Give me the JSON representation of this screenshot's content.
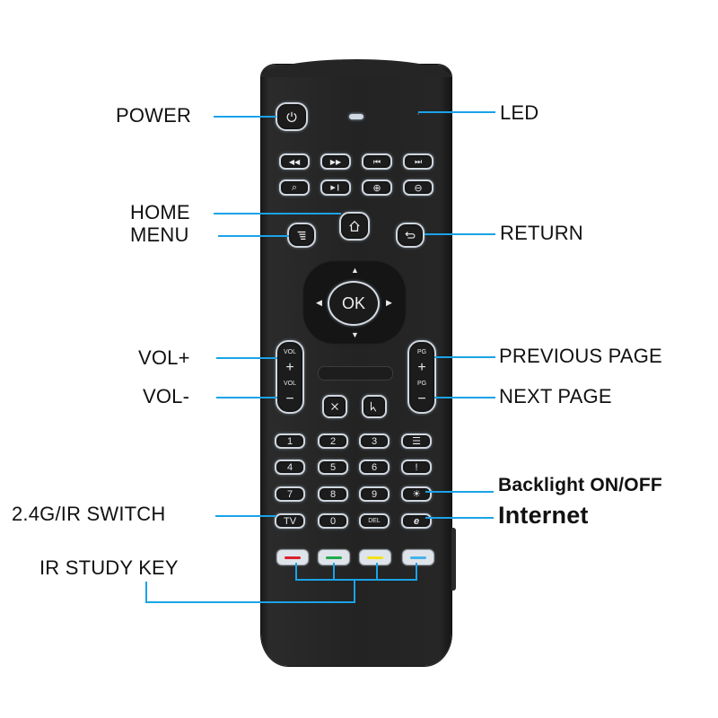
{
  "labels": {
    "power": "POWER",
    "led": "LED",
    "home": "HOME",
    "menu": "MENU",
    "return": "RETURN",
    "vol_up": "VOL+",
    "vol_down": "VOL-",
    "previous_page": "PREVIOUS PAGE",
    "next_page": "NEXT PAGE",
    "backlight": "Backlight ON/OFF",
    "internet": "Internet",
    "switch": "2.4G/IR SWITCH",
    "ir_study": "IR STUDY KEY"
  },
  "remote": {
    "ok_label": "OK",
    "vol_label": "VOL",
    "pg_label": "PG",
    "plus": "+",
    "minus": "−",
    "media_row1": [
      "◀◀",
      "▶▶",
      "⏮",
      "⏭"
    ],
    "media_row2": [
      "⌕",
      "▶❙",
      "⊕",
      "⊖"
    ],
    "numpad": [
      "1",
      "2",
      "3",
      "☰",
      "4",
      "5",
      "6",
      "!",
      "7",
      "8",
      "9",
      "☀",
      "TV",
      "0",
      "DEL",
      "e"
    ],
    "color_keys": [
      "#d9202a",
      "#1eaa4e",
      "#f2e21a",
      "#45b2e8"
    ]
  },
  "colors": {
    "callout_line": "#1aa3e8",
    "remote_body": "#232323",
    "key_outline": "#cfd6de"
  }
}
